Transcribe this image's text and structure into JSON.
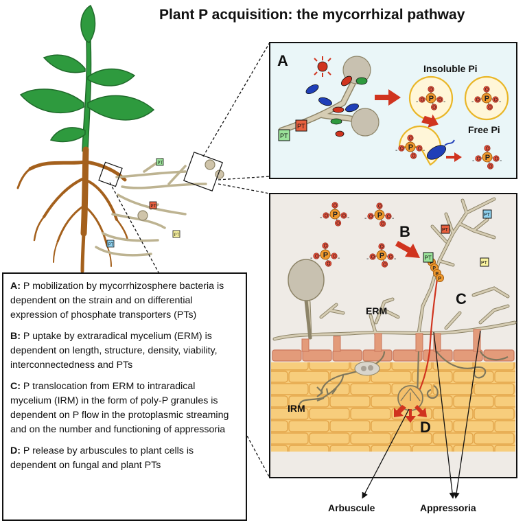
{
  "title": "Plant P acquisition: the mycorrhizal pathway",
  "panel_a": {
    "letter": "A",
    "insoluble_label": "Insoluble Pi",
    "free_label": "Free Pi"
  },
  "panel_b": {
    "letter_b": "B",
    "letter_c": "C",
    "letter_d": "D",
    "erm_label": "ERM",
    "irm_label": "IRM"
  },
  "pt_label": "PT",
  "phosphate": {
    "p": "P",
    "o": "O",
    "minus": "-"
  },
  "callouts": {
    "arbuscule": "Arbuscule",
    "appressoria": "Appressoria"
  },
  "legend": [
    {
      "key": "A:",
      "text": " P mobilization by mycorrhizosphere bacteria is dependent on the strain and on differential expression of phosphate transporters (PTs)"
    },
    {
      "key": "B:",
      "text": " P uptake by extraradical mycelium (ERM) is dependent on length, structure, density, viability, interconnectedness and PTs"
    },
    {
      "key": "C:",
      "text": " P translocation from ERM to intraradical mycelium (IRM) in the form of poly-P granules is dependent on P flow in the protoplasmic streaming and on the number and functioning of appressoria"
    },
    {
      "key": "D:",
      "text": " P release by arbuscules to plant cells is dependent on fungal and plant PTs"
    }
  ],
  "colors": {
    "plant_green": "#2e9a3e",
    "root_brown": "#a4601c",
    "hypha": "#c9bfa2",
    "panel_a_bg": "#eaf6f8",
    "panel_b_bg": "#efebe6",
    "cell_fill": "#f7cd7c",
    "arrow_red": "#d0341f",
    "pt_green": "#9be39a",
    "pt_red": "#e8603f",
    "pt_blue": "#8fd2f0",
    "pt_yellow": "#fbf5a0"
  }
}
